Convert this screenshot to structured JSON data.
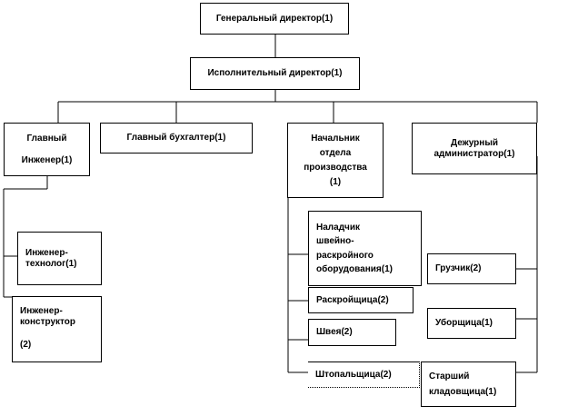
{
  "nodes": {
    "general_director": "Генеральный директор(1)",
    "executive_director": "Исполнительный директор(1)",
    "chief_engineer": {
      "line1": "Главный",
      "line2": "Инженер(1)"
    },
    "chief_accountant": "Главный бухгалтер(1)",
    "production_head": {
      "line1": "Начальник",
      "line2": "отдела",
      "line3": "производства",
      "line4": "(1)"
    },
    "duty_admin": {
      "line1": "Дежурный",
      "line2": "администратор(1)"
    },
    "engineer_technologist": {
      "line1": "Инженер-",
      "line2": "технолог(1)"
    },
    "engineer_designer": {
      "line1": "Инженер-",
      "line2": "конструктор",
      "line3": "(2)"
    },
    "sewing_adjuster": {
      "line1": "Наладчик",
      "line2": "швейно-",
      "line3": "раскройного",
      "line4": "оборудования(1)"
    },
    "cutter": "Раскройщица(2)",
    "seamstress": "Швея(2)",
    "quilter": "Штопальщица(2)",
    "loader": "Грузчик(2)",
    "cleaner": "Уборщица(1)",
    "senior_storekeeper": {
      "line1": "Старший",
      "line2": "кладовщица(1)"
    }
  }
}
